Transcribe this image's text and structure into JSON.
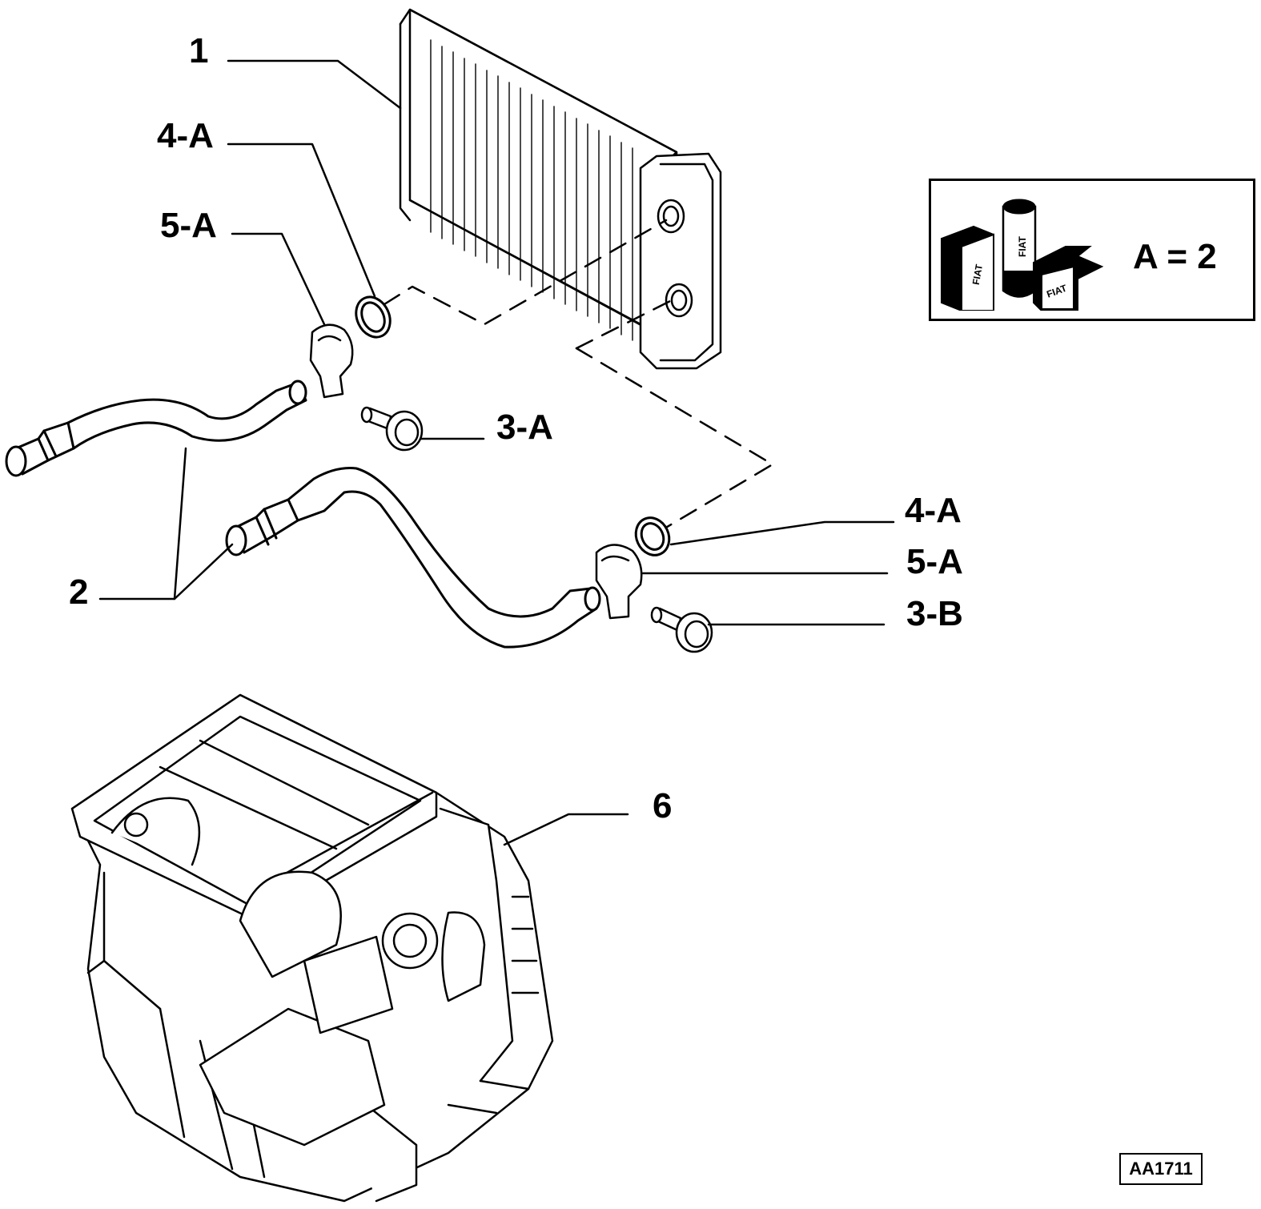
{
  "callouts": {
    "part_1": "1",
    "part_2": "2",
    "part_3a": "3-A",
    "part_3b": "3-B",
    "part_4a_top": "4-A",
    "part_4a_bottom": "4-A",
    "part_5a_top": "5-A",
    "part_5a_bottom": "5-A",
    "part_6": "6"
  },
  "legend": {
    "text": "A = 2",
    "icon": "fiat-parts-kit-icon",
    "brand_marks": [
      "FIAT",
      "FIAT",
      "FIAT"
    ]
  },
  "drawing_code": "AA1711",
  "colors": {
    "line": "#000000",
    "background": "#ffffff"
  }
}
